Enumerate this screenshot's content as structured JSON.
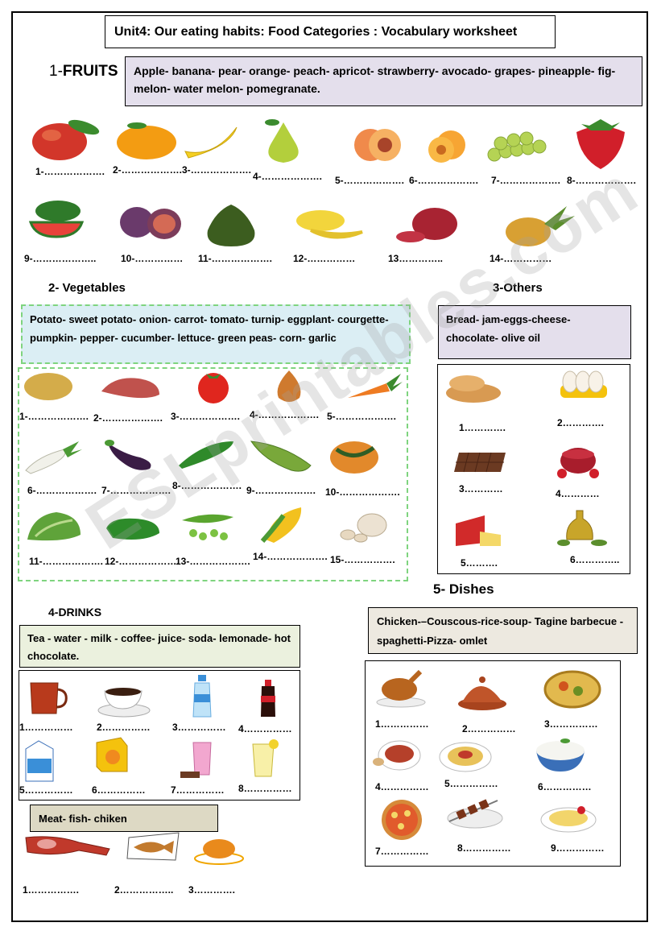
{
  "title": "Unit4: Our eating habits: Food Categories : Vocabulary worksheet",
  "fruits": {
    "heading_num": "1-",
    "heading": "FRUITS",
    "vocab": "Apple- banana- pear- orange- peach- apricot- strawberry- avocado- grapes- pineapple- fig- melon- water melon- pomegranate.",
    "labels": [
      "1-……………….",
      "2-……………….",
      "3-……………….",
      "4-……………….",
      "5-……………….",
      "6-……………….",
      "7-……………….",
      "8-……………….",
      "9-………………..",
      "10-……………",
      "11-……………….",
      "12-……………",
      "13…………..",
      "14-……………"
    ]
  },
  "vegetables": {
    "heading": "2- Vegetables",
    "vocab": "Potato- sweet potato- onion- carrot- tomato- turnip- eggplant- courgette- pumpkin- pepper- cucumber- lettuce- green peas- corn- garlic",
    "labels": [
      "1-……………….",
      "2-……………….",
      "3-……………….",
      "4-……………….",
      "5-……………….",
      "6-……………….",
      "7-……………….",
      "8-……………….",
      "9-……………….",
      "10-……………….",
      "11-……………….",
      "12-……………….",
      "13-……………….",
      "14-……………….",
      "15-……………."
    ]
  },
  "others": {
    "heading": "3-Others",
    "vocab": "Bread- jam-eggs-cheese- chocolate- olive oil",
    "labels": [
      "1………….",
      "2………….",
      "3…………",
      "4…………",
      "5……….",
      "6………….."
    ]
  },
  "drinks": {
    "heading": "4-DRINKS",
    "vocab": "Tea - water - milk - coffee- juice- soda- lemonade- hot chocolate.",
    "labels": [
      "1……………",
      "2……………",
      "3……………",
      "4……………",
      "5……………",
      "6……………",
      "7……………",
      "8……………"
    ]
  },
  "meat": {
    "vocab": "Meat- fish- chiken",
    "labels": [
      "1…………….",
      "2……………..",
      "3…………."
    ]
  },
  "dishes": {
    "heading": "5- Dishes",
    "vocab": "Chicken-–Couscous-rice-soup- Tagine barbecue -spaghetti-Pizza- omlet",
    "labels": [
      "1……………",
      "2……………",
      "3……………",
      "4……………",
      "5……………",
      "6……………",
      "7……………",
      "8……………",
      "9……………"
    ]
  },
  "watermark": "ESLprintables.com"
}
